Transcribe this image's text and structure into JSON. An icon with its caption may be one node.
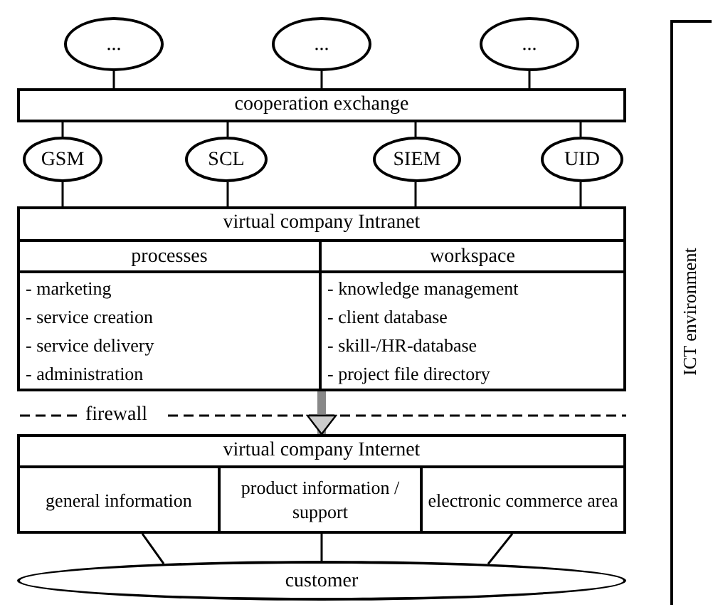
{
  "diagram": {
    "nodes": [
      {
        "text": [
          "..."
        ]
      },
      {
        "text": [
          "..."
        ]
      },
      {
        "text": [
          "..."
        ]
      },
      {
        "text": [
          "cooperation exchange"
        ]
      },
      {
        "text": [
          "GSM"
        ]
      },
      {
        "text": [
          "SCL"
        ]
      },
      {
        "text": [
          "SIEM"
        ]
      },
      {
        "text": [
          "UID"
        ]
      },
      {
        "text": [
          "virtual company Intranet"
        ]
      },
      {
        "text": [
          "processes",
          "- marketing",
          "- service creation",
          "- service delivery",
          "- administration"
        ],
        "in": 8
      },
      {
        "text": [
          "workspace",
          "- knowledge management",
          "- client database",
          "- skill-/HR-database",
          "- project file directory"
        ],
        "in": 8
      },
      {
        "text": [
          "virtual company Internet"
        ]
      },
      {
        "text": [
          "general information"
        ],
        "in": 11
      },
      {
        "text": [
          "product information / support"
        ],
        "in": 11
      },
      {
        "text": [
          "electronic commerce area"
        ],
        "in": 11
      },
      {
        "text": [
          "customer"
        ]
      }
    ],
    "edges": [
      {
        "from": 0,
        "to": 3,
        "arrow": "none"
      },
      {
        "from": 1,
        "to": 3,
        "arrow": "none"
      },
      {
        "from": 2,
        "to": 3,
        "arrow": "none"
      },
      {
        "from": 3,
        "to": 4,
        "arrow": "none"
      },
      {
        "from": 3,
        "to": 5,
        "arrow": "none"
      },
      {
        "from": 3,
        "to": 6,
        "arrow": "none"
      },
      {
        "from": 3,
        "to": 7,
        "arrow": "none"
      },
      {
        "from": 4,
        "to": 8,
        "arrow": "none"
      },
      {
        "from": 5,
        "to": 8,
        "arrow": "none"
      },
      {
        "from": 6,
        "to": 8,
        "arrow": "none"
      },
      {
        "from": 7,
        "to": 8,
        "arrow": "none"
      },
      {
        "from": 8,
        "to": 11,
        "arrow": "to",
        "style": "thick",
        "color": "#888888"
      },
      {
        "from": 12,
        "to": 15,
        "arrow": "none"
      },
      {
        "from": 13,
        "to": 15,
        "arrow": "none"
      },
      {
        "from": 14,
        "to": 15,
        "arrow": "none"
      }
    ],
    "labels": [
      "firewall",
      "ICT environment"
    ]
  }
}
